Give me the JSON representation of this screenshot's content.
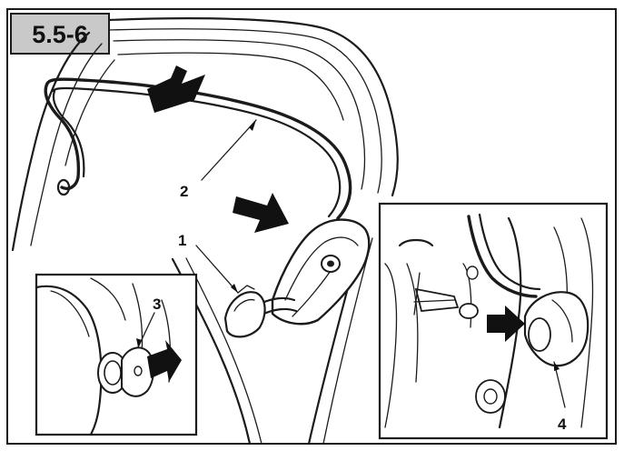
{
  "figure": {
    "label": "5.5-6"
  },
  "callouts": [
    {
      "id": "1",
      "text": "1"
    },
    {
      "id": "2",
      "text": "2"
    },
    {
      "id": "3",
      "text": "3"
    },
    {
      "id": "4",
      "text": "4"
    }
  ],
  "colors": {
    "ink": "#1b1b1b",
    "paper": "#ffffff",
    "label_box": "#c9c9c9",
    "arrow_fill": "#111111"
  }
}
